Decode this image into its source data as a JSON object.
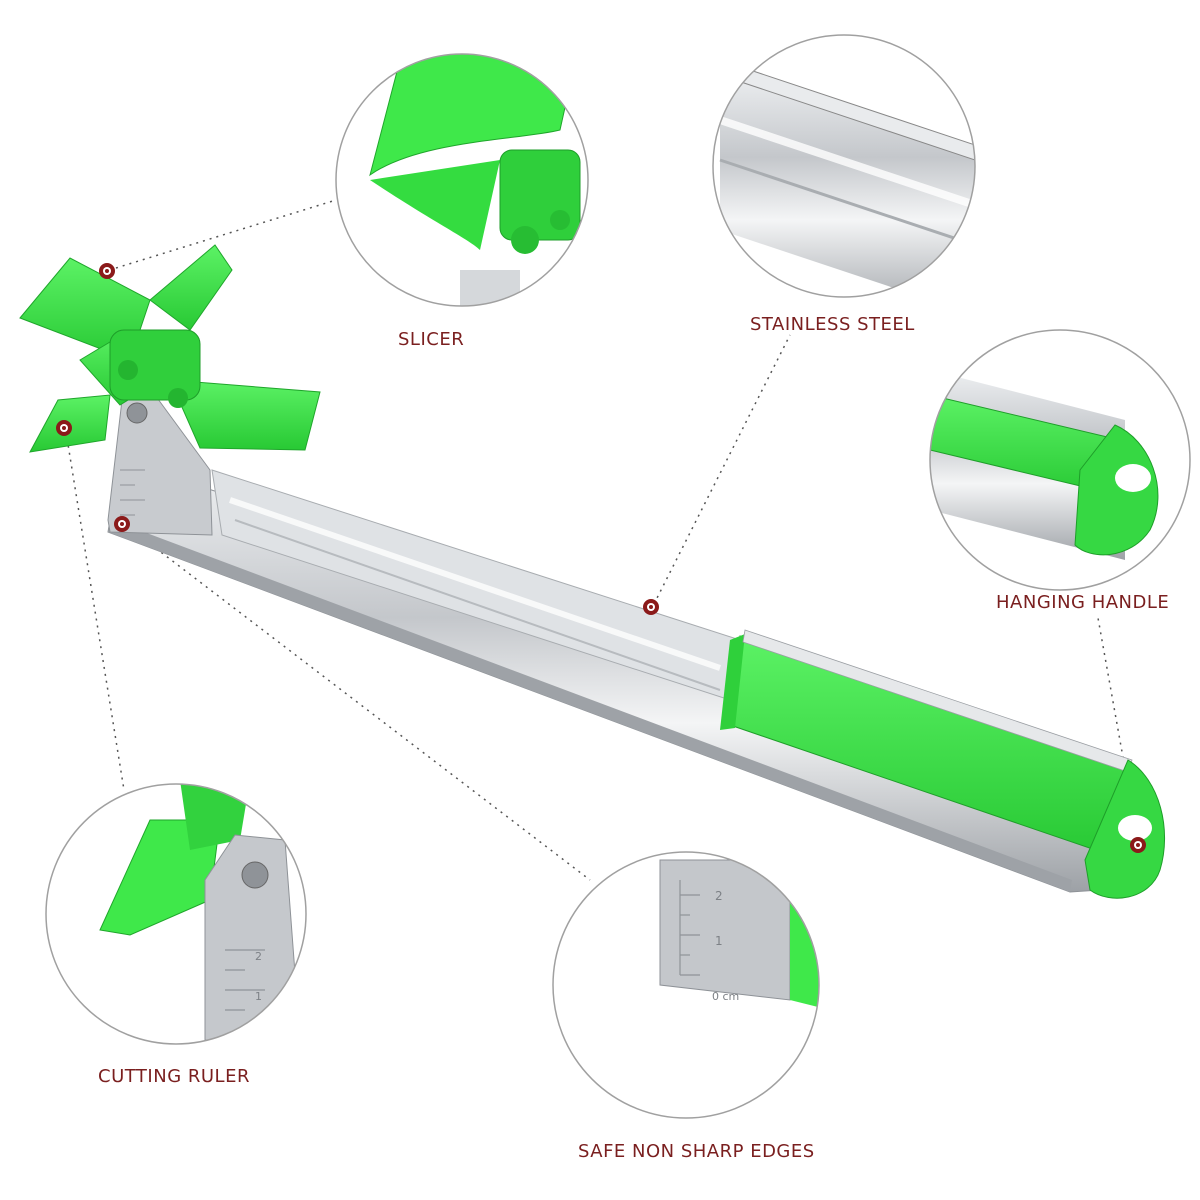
{
  "labels": {
    "slicer": "SLICER",
    "stainless_steel": "STAINLESS STEEL",
    "hanging_handle": "HANGING HANDLE",
    "cutting_ruler": "CUTTING RULER",
    "safe_edges": "SAFE NON SHARP EDGES"
  },
  "ruler_marks": {
    "zoom_2": "2",
    "zoom_1": "1",
    "zoom_unit": "0 cm",
    "left_2": "2",
    "left_1": "1"
  },
  "colors": {
    "accent_green": "#3fe84a",
    "dark_green": "#22b52e",
    "steel": "#c9ccd0",
    "label_text": "#7a1f1f",
    "marker": "#8b1a1a"
  }
}
